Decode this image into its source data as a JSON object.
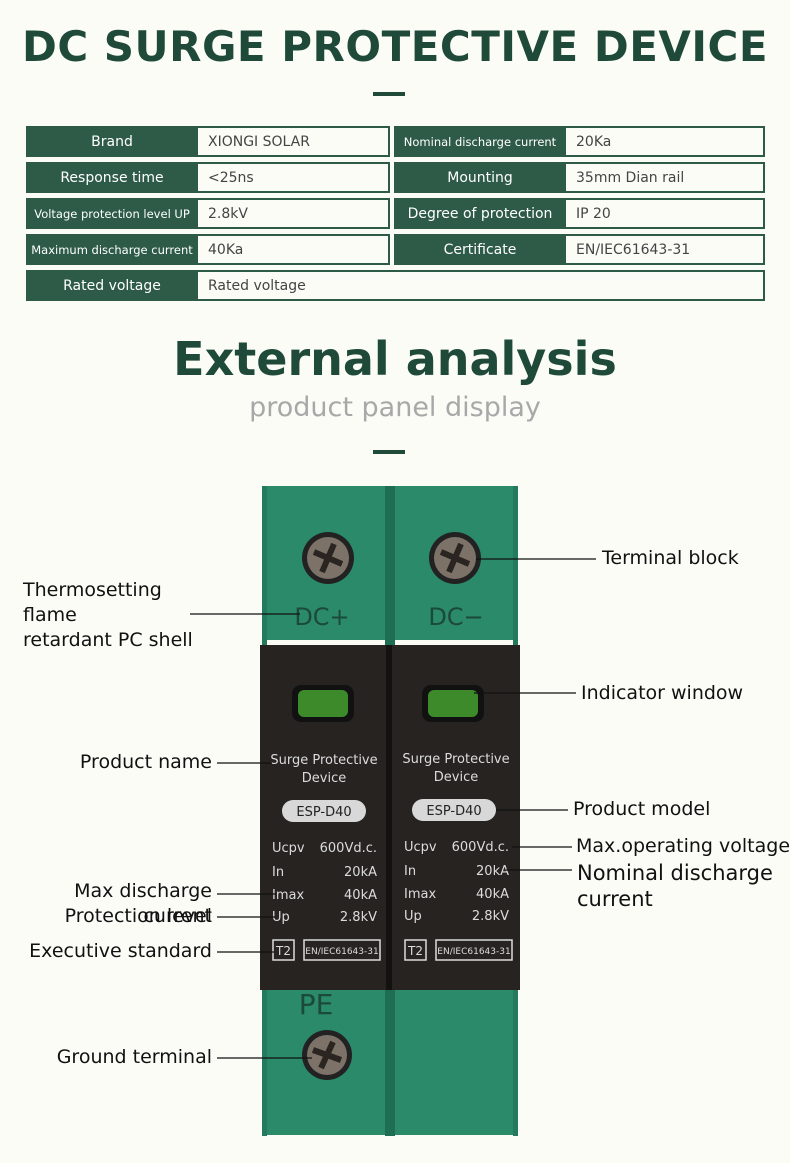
{
  "header": {
    "title": "DC SURGE PROTECTIVE DEVICE"
  },
  "spec_table": {
    "rows": [
      {
        "label1": "Brand",
        "value1": "XIONGI SOLAR",
        "label2": "Nominal discharge current",
        "value2": "20Ka"
      },
      {
        "label1": "Response time",
        "value1": "<25ns",
        "label2": "Mounting",
        "value2": "35mm Dian rail"
      },
      {
        "label1": "Voltage protection level UP",
        "value1": "2.8kV",
        "label2": "Degree of protection",
        "value2": "IP 20"
      },
      {
        "label1": "Maximum discharge current",
        "value1": "40Ka",
        "label2": "Certificate",
        "value2": "EN/IEC61643-31"
      }
    ],
    "last_row": {
      "label": "Rated voltage",
      "value": "Rated voltage"
    }
  },
  "section": {
    "title": "External analysis",
    "subtitle": "product panel display"
  },
  "device": {
    "left_terminal": "DC+",
    "right_terminal": "DC−",
    "ground_label": "PE",
    "product_name_line1": "Surge Protective",
    "product_name_line2": "Device",
    "model": "ESP-D40",
    "spec_lines": [
      {
        "k": "Ucpv",
        "v": "600Vd.c."
      },
      {
        "k": "In",
        "v": "20kA"
      },
      {
        "k": "Imax",
        "v": "40kA"
      },
      {
        "k": "Up",
        "v": "2.8kV"
      }
    ],
    "type_badge": "T2",
    "standard_badge": "EN/IEC61643-31",
    "colors": {
      "shell": "#2a8a6a",
      "body": "#262321",
      "window": "#3c8a2a",
      "accent": "#1f4a3a"
    }
  },
  "callouts": {
    "terminal_block": "Terminal block",
    "shell_line1": "Thermosetting flame",
    "shell_line2": "retardant PC shell",
    "indicator_window": "Indicator window",
    "product_name": "Product name",
    "product_model": "Product model",
    "max_operating_voltage": "Max.operating voltage",
    "nominal_line1": "Nominal discharge",
    "nominal_line2": "current",
    "max_discharge_current": "Max discharge current",
    "protection_level": "Protection level",
    "executive_standard": "Executive standard",
    "ground_terminal": "Ground terminal"
  }
}
